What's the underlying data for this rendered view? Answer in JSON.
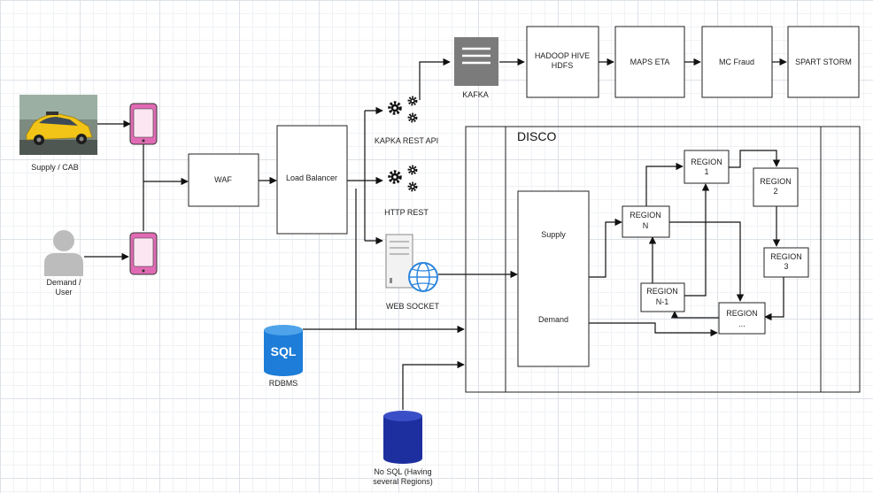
{
  "nodes": {
    "supply_cab": "Supply / CAB",
    "demand_user_1": "Demand /",
    "demand_user_2": "User",
    "waf": "WAF",
    "load_balancer": "Load Balancer",
    "kafka_rest_api": "KAPKA REST API",
    "http_rest": "HTTP REST",
    "web_socket": "WEB SOCKET",
    "rdbms": "RDBMS",
    "sql_badge": "SQL",
    "nosql_1": "No SQL (Having",
    "nosql_2": "several Regions)",
    "kafka": "KAFKA",
    "hadoop_1": "HADOOP HIVE",
    "hadoop_2": "HDFS",
    "maps_eta": "MAPS ETA",
    "mc_fraud": "MC Fraud",
    "spart_storm": "SPART STORM",
    "disco": "DISCO",
    "supply": "Supply",
    "demand": "Demand"
  },
  "regions": {
    "r1_a": "REGION",
    "r1_b": "1",
    "r2_a": "REGION",
    "r2_b": "2",
    "r3_a": "REGION",
    "r3_b": "3",
    "rn_a": "REGION",
    "rn_b": "N",
    "rn1_a": "REGION",
    "rn1_b": "N-1",
    "rdots_a": "REGION",
    "rdots_b": "..."
  },
  "colors": {
    "phone": "#e06bb4",
    "db_sql": "#1d7dd8",
    "db_nosql": "#1d2f9e",
    "globe": "#2e86de",
    "taxi": "#f2c418"
  }
}
